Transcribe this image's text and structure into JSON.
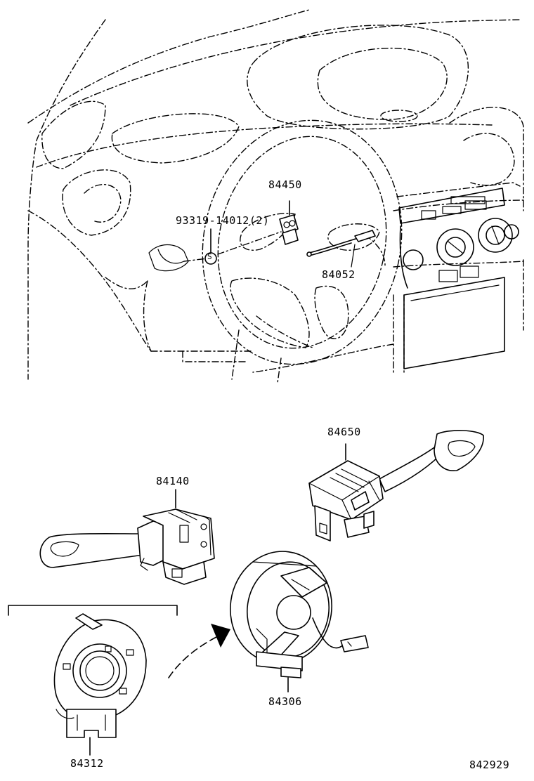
{
  "labels": {
    "airbag_bolt": "93319-14012(2)",
    "horn_button_assy": "84450",
    "horn_wire": "84052",
    "wiper_switch": "84650",
    "turn_signal_switch": "84140",
    "spiral_cable": "84306",
    "spiral_cable_sub": "84312",
    "illustration_number": "842929"
  },
  "icons": {
    "screw_marker": "S"
  }
}
